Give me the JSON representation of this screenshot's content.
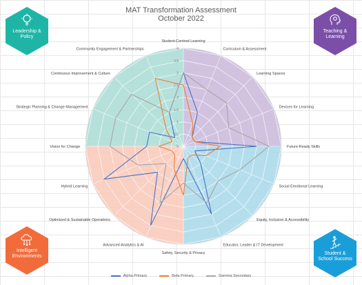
{
  "chart_data": {
    "type": "radar",
    "title": "MAT Transformation Assessment",
    "subtitle": "October 2022",
    "axes": [
      "Student-Centred Learning",
      "Curriculum & Assessment",
      "Learning Spaces",
      "Devices for Learning",
      "Future-Ready Skills",
      "Social Emotional Learning",
      "Equity, Inclusion & Accessibility",
      "Educator, Leader & IT Development",
      "Safety, Security & Privacy",
      "Advanced Analytics & AI",
      "Optimized & Sustainable Operations",
      "Hybrid Learning",
      "Vision for Change",
      "Strategic Planning & Change Management",
      "Continuous Improvement & Culture",
      "Community Engagement & Partnerships"
    ],
    "range": [
      0,
      4
    ],
    "ticks": [
      "0",
      "0.5",
      "1",
      "1.5",
      "2",
      "2.5",
      "3",
      "3.5",
      "4"
    ],
    "series": [
      {
        "name": "Alpha Primary",
        "color": "#4472c4",
        "values": [
          3.0,
          1.5,
          0.5,
          0.5,
          3.0,
          0.5,
          1.0,
          3.0,
          0.5,
          3.5,
          1.5,
          3.5,
          1.5,
          1.5,
          0.5,
          1.5
        ]
      },
      {
        "name": "Beta Primary",
        "color": "#ed7d31",
        "values": [
          2.5,
          1.0,
          0.5,
          0.5,
          1.5,
          1.0,
          0.5,
          0.5,
          2.0,
          1.0,
          0.5,
          0.5,
          1.0,
          0.5,
          1.0,
          3.0
        ]
      },
      {
        "name": "Gamma Secondary",
        "color": "#a5a5a5",
        "values": [
          3.0,
          2.5,
          2.5,
          2.0,
          3.5,
          2.5,
          2.0,
          2.5,
          1.5,
          2.5,
          1.0,
          2.0,
          3.0,
          3.0,
          3.0,
          1.5
        ]
      }
    ],
    "quadrants": [
      {
        "name": "Teaching & Learning",
        "color": "#c9b9da"
      },
      {
        "name": "Student & School Success",
        "color": "#a8d8ea"
      },
      {
        "name": "Intelligent Environments",
        "color": "#f9c8b8"
      },
      {
        "name": "Leadership & Policy",
        "color": "#a9dcd4"
      }
    ],
    "legend_position": "bottom"
  },
  "hexagons": {
    "leadership": {
      "label": "Leadership & Policy",
      "color": "#1fb5a6",
      "icon": "lightbulb-icon"
    },
    "teaching": {
      "label": "Teaching & Learning",
      "color": "#7b4fa8",
      "icon": "head-gear-icon"
    },
    "environments": {
      "label": "Intelligent Environments",
      "color": "#f26b3a",
      "icon": "cloud-network-icon"
    },
    "success": {
      "label": "Student & School Success",
      "color": "#1a9ed9",
      "icon": "person-stairs-icon"
    }
  }
}
